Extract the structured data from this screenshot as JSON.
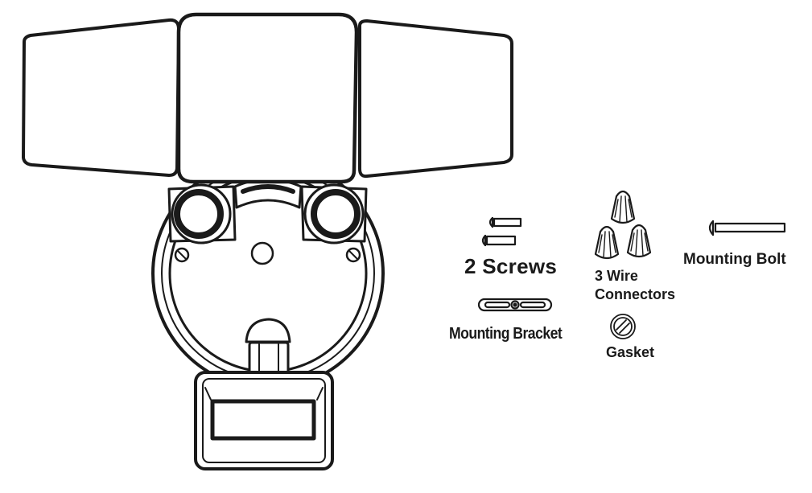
{
  "labels": {
    "screws": "2 Screws",
    "wire_connectors_line1": "3 Wire",
    "wire_connectors_line2": "Connectors",
    "mounting_bracket": "Mounting Bracket",
    "gasket": "Gasket",
    "mounting_bolt": "Mounting Bolt"
  },
  "colors": {
    "stroke": "#1a1a1a",
    "fill": "#ffffff"
  }
}
